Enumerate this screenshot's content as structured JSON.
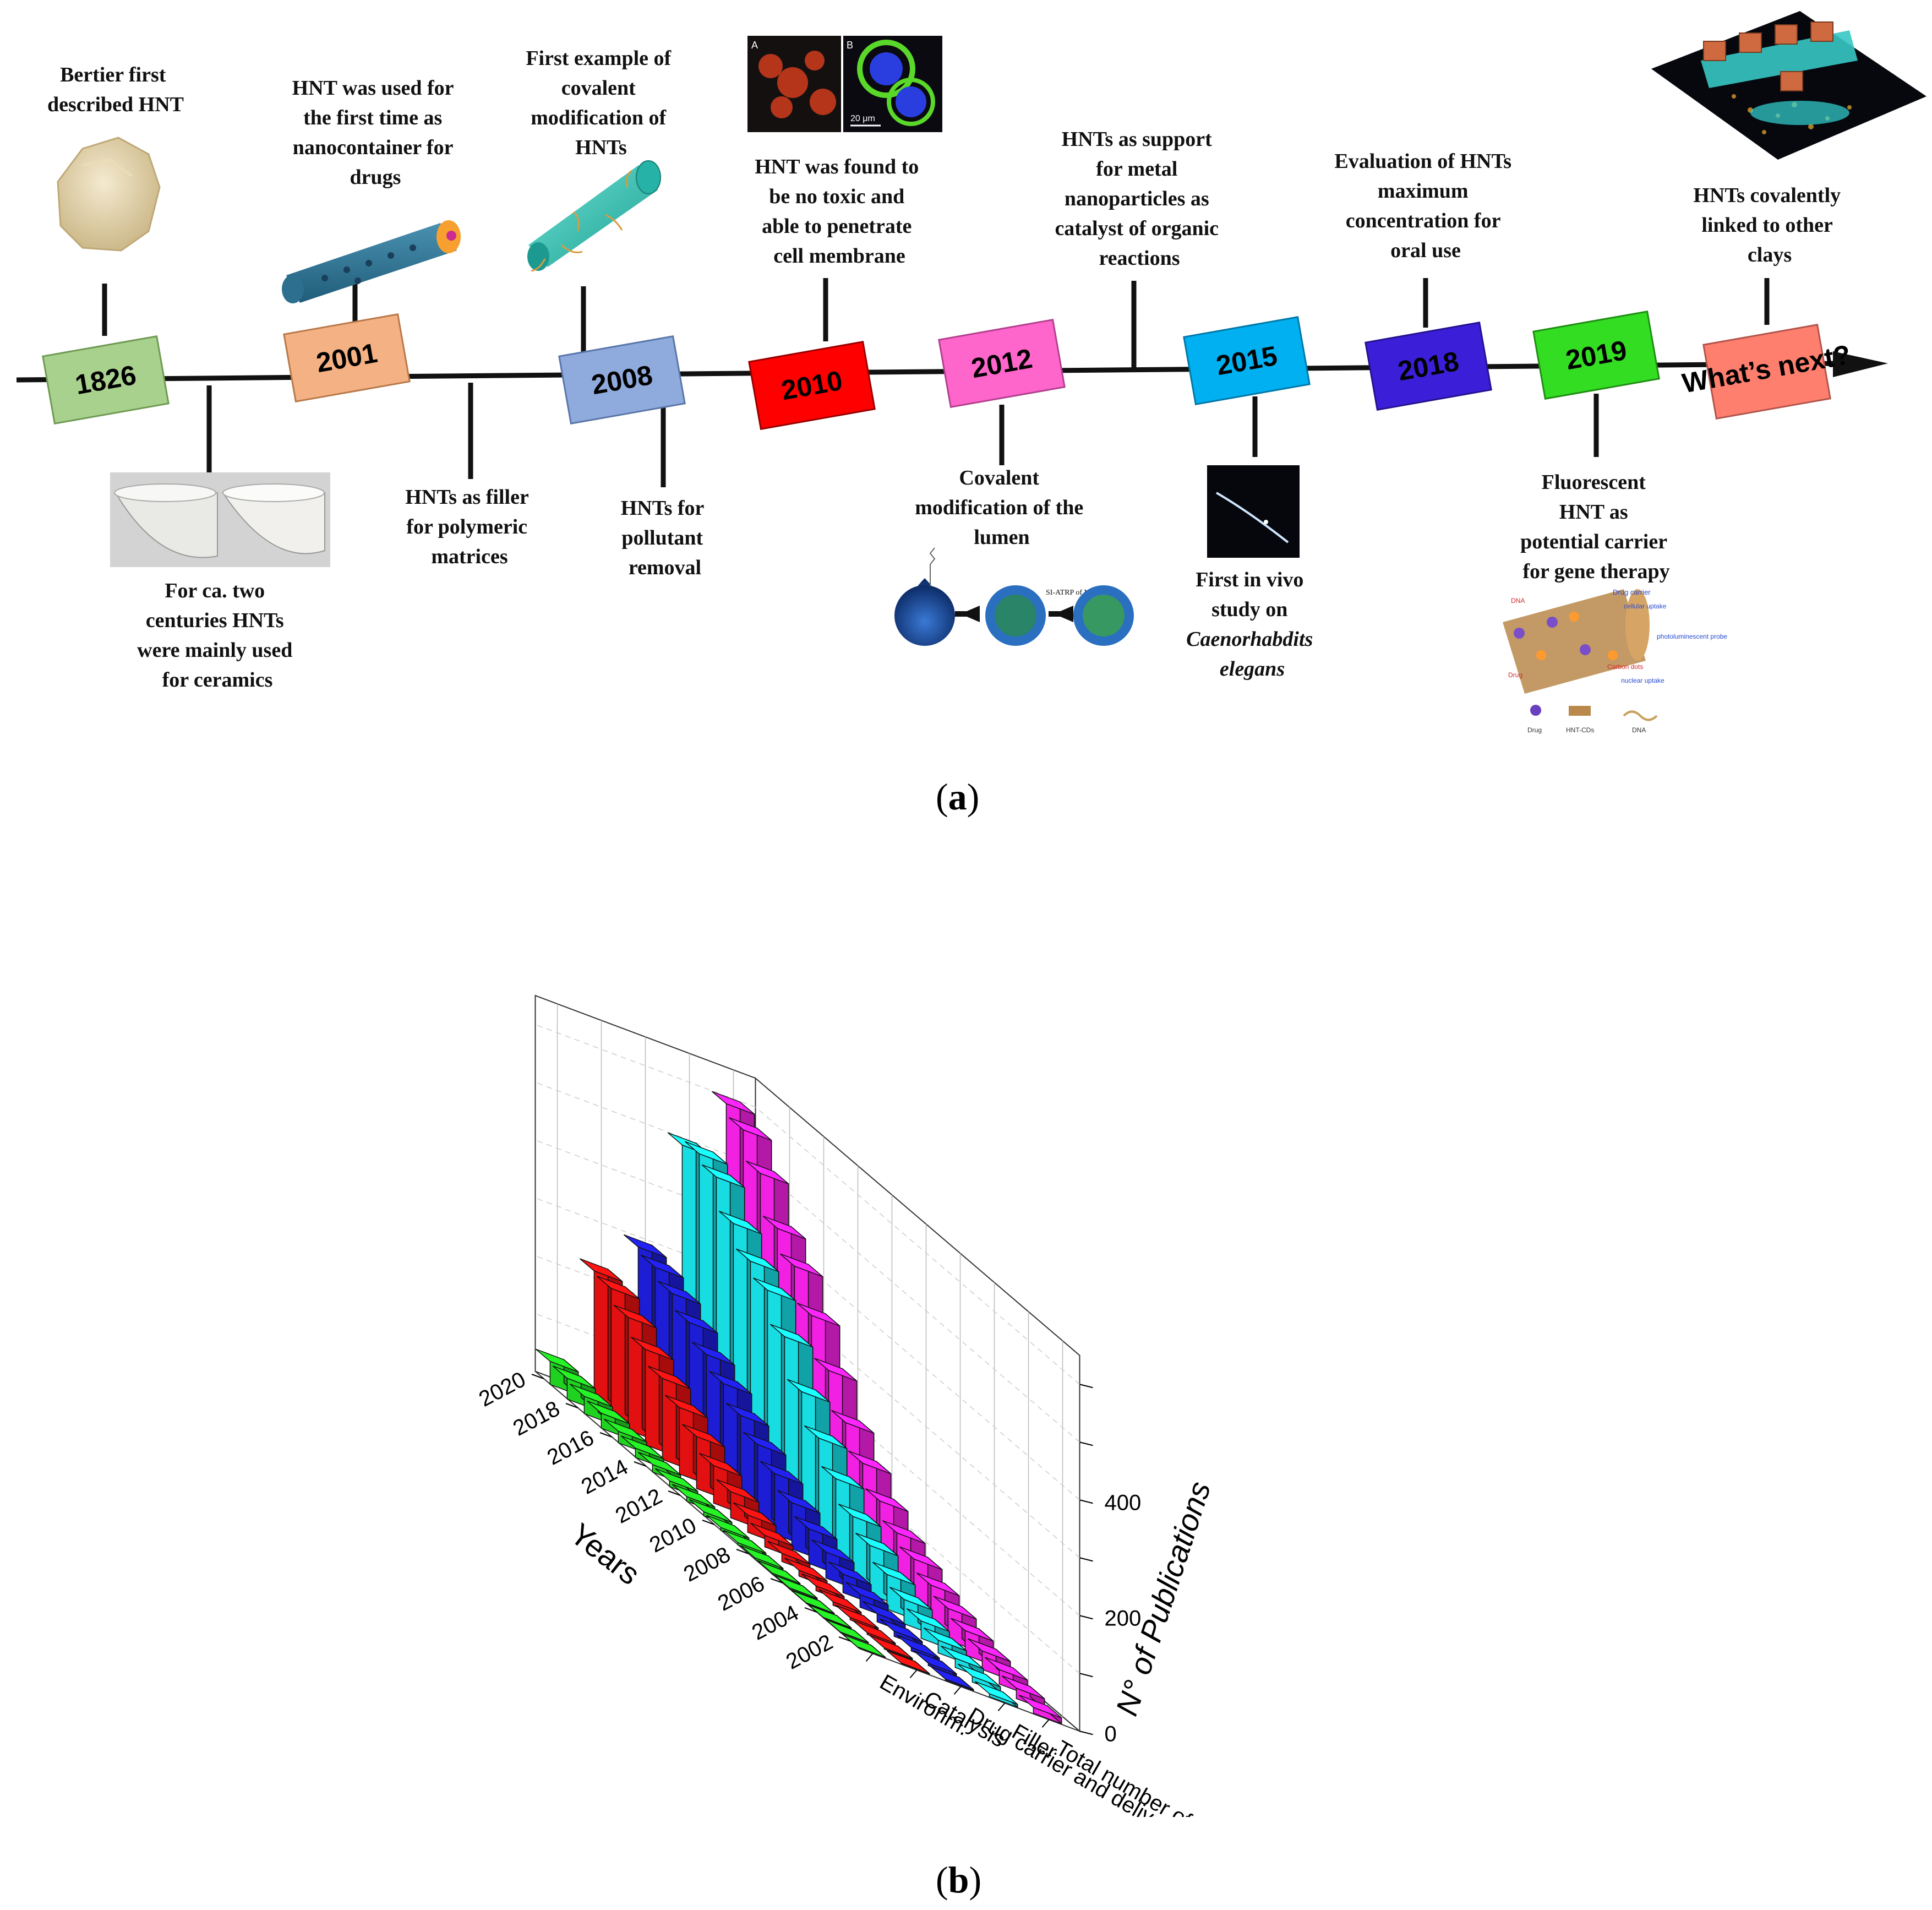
{
  "panel_a": {
    "label": "a",
    "arrow_color": "#111111",
    "years": [
      {
        "label": "1826",
        "color": "#a9d18e"
      },
      {
        "label": "2001",
        "color": "#f4b183"
      },
      {
        "label": "2008",
        "color": "#8faadc"
      },
      {
        "label": "2010",
        "color": "#ff0000"
      },
      {
        "label": "2012",
        "color": "#ff66cc"
      },
      {
        "label": "2015",
        "color": "#00b0f0"
      },
      {
        "label": "2018",
        "color": "#3b1fd8"
      },
      {
        "label": "2019",
        "color": "#33dd22"
      },
      {
        "label": "What’s next?",
        "color": "#ff7f6f"
      }
    ],
    "events_above": [
      {
        "lines": [
          "Bertier first",
          "described HNT"
        ]
      },
      {
        "lines": [
          "HNT was used for",
          "the first time as",
          "nanocontainer for",
          "drugs"
        ]
      },
      {
        "lines": [
          "First example of",
          "covalent",
          "modification of",
          "HNTs"
        ]
      },
      {
        "lines": [
          "HNT was found to",
          "be no toxic and",
          "able to penetrate",
          "cell membrane"
        ]
      },
      {
        "lines": [
          "HNTs as support",
          "for metal",
          "nanoparticles as",
          "catalyst of organic",
          "reactions"
        ]
      },
      {
        "lines": [
          "Evaluation of HNTs",
          "maximum",
          "concentration for",
          "oral use"
        ]
      },
      {
        "lines": [
          "HNTs covalently",
          "linked to other",
          "clays"
        ]
      }
    ],
    "events_below": [
      {
        "lines": [
          "For ca. two",
          "centuries HNTs",
          "were mainly used",
          "for ceramics"
        ]
      },
      {
        "lines": [
          "HNTs as filler",
          "for polymeric",
          "matrices"
        ]
      },
      {
        "lines": [
          "HNTs for",
          "pollutant",
          "removal"
        ]
      },
      {
        "lines": [
          "Covalent",
          "modification of the",
          "lumen"
        ]
      },
      {
        "lines": [
          "First in vivo",
          "study on",
          "Caenorhabdits",
          "elegans"
        ]
      },
      {
        "lines": [
          "Fluorescent",
          "HNT as",
          "potential carrier",
          "for gene therapy"
        ]
      }
    ],
    "image_labels": {
      "micro_a": "A",
      "micro_b": "B",
      "scale": "20 μm",
      "reaction": "SI-ATRP of MMA",
      "gene_drug_carrier": "Drug carrier",
      "gene_cellular_uptake": "cellular uptake",
      "gene_dna": "DNA",
      "gene_photo_probe": "photoluminescent probe",
      "gene_carbon_dots": "Carbon dots",
      "gene_nuclear_uptake": "nuclear uptake",
      "gene_drug": "Drug",
      "legend_drug": "Drug",
      "legend_hnt": "HNT-CDs",
      "legend_dna": "DNA"
    }
  },
  "panel_b": {
    "label": "b",
    "chart_data": {
      "type": "bar",
      "subtype": "3d-bar",
      "x_axis_label": "Years",
      "z_axis_label": "N° of Publications",
      "year_tick_labels": [
        "2002",
        "2004",
        "2006",
        "2008",
        "2010",
        "2012",
        "2014",
        "2016",
        "2018",
        "2020"
      ],
      "z_tick_labels": [
        "0",
        "200",
        "400"
      ],
      "zlim": [
        0,
        650
      ],
      "grid": true,
      "x": [
        2002,
        2003,
        2004,
        2005,
        2006,
        2007,
        2008,
        2009,
        2010,
        2011,
        2012,
        2013,
        2014,
        2015,
        2016,
        2017,
        2018,
        2019,
        2020
      ],
      "series": [
        {
          "name": "Environm.",
          "color": "#22dd22",
          "values": [
            0,
            1,
            1,
            1,
            2,
            2,
            3,
            4,
            5,
            7,
            8,
            10,
            13,
            16,
            20,
            26,
            30,
            36,
            40
          ]
        },
        {
          "name": "Catalysis",
          "color": "#ee1111",
          "values": [
            1,
            2,
            3,
            4,
            6,
            8,
            10,
            14,
            20,
            30,
            45,
            65,
            90,
            115,
            140,
            165,
            195,
            220,
            225
          ]
        },
        {
          "name": "Drug carrier and delivery",
          "color": "#1f1fe0",
          "values": [
            2,
            4,
            6,
            9,
            14,
            22,
            32,
            45,
            60,
            80,
            105,
            130,
            155,
            185,
            210,
            240,
            265,
            285,
            295
          ]
        },
        {
          "name": "Filler",
          "color": "#18e8ee",
          "values": [
            5,
            10,
            16,
            22,
            30,
            42,
            60,
            85,
            110,
            150,
            195,
            250,
            320,
            375,
            400,
            440,
            495,
            510,
            500
          ]
        },
        {
          "name": "Total number of publications",
          "color": "#ff22ee",
          "values": [
            10,
            18,
            25,
            32,
            42,
            55,
            70,
            90,
            110,
            140,
            180,
            225,
            290,
            360,
            420,
            460,
            530,
            580,
            600
          ]
        }
      ]
    }
  }
}
